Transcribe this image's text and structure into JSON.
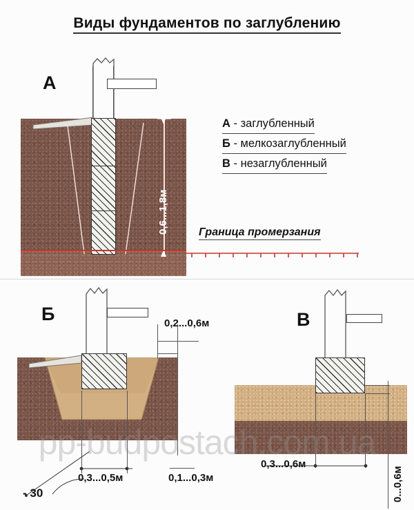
{
  "title": "Виды фундаментов по заглублению",
  "legend": {
    "items": [
      {
        "key": "А",
        "dash": "-",
        "label": "заглубленный"
      },
      {
        "key": "Б",
        "dash": "-",
        "label": "мелкозаглубленный"
      },
      {
        "key": "В",
        "dash": "-",
        "label": "незаглубленный"
      }
    ]
  },
  "frost_line_label": "Граница промерзания",
  "panels": {
    "a": {
      "letter": "А",
      "depth_label": "0,6...1,8м"
    },
    "b": {
      "letter": "Б",
      "top_label": "0,2...0,6м",
      "width_label": "0,3...0,5м",
      "sand_label": "0,1...0,3м",
      "angle_label": "- 30"
    },
    "v": {
      "letter": "В",
      "width_label": "0,3...0,6м",
      "height_label": "0...0,6м"
    }
  },
  "watermark": "pp-budpostach.com.ua",
  "colors": {
    "soil": "#7b5549",
    "soil_light": "#8d6253",
    "sand": "#d3b083",
    "frost_red": "#c8372a",
    "concrete": "#f2f2ef",
    "ink": "#333333"
  }
}
